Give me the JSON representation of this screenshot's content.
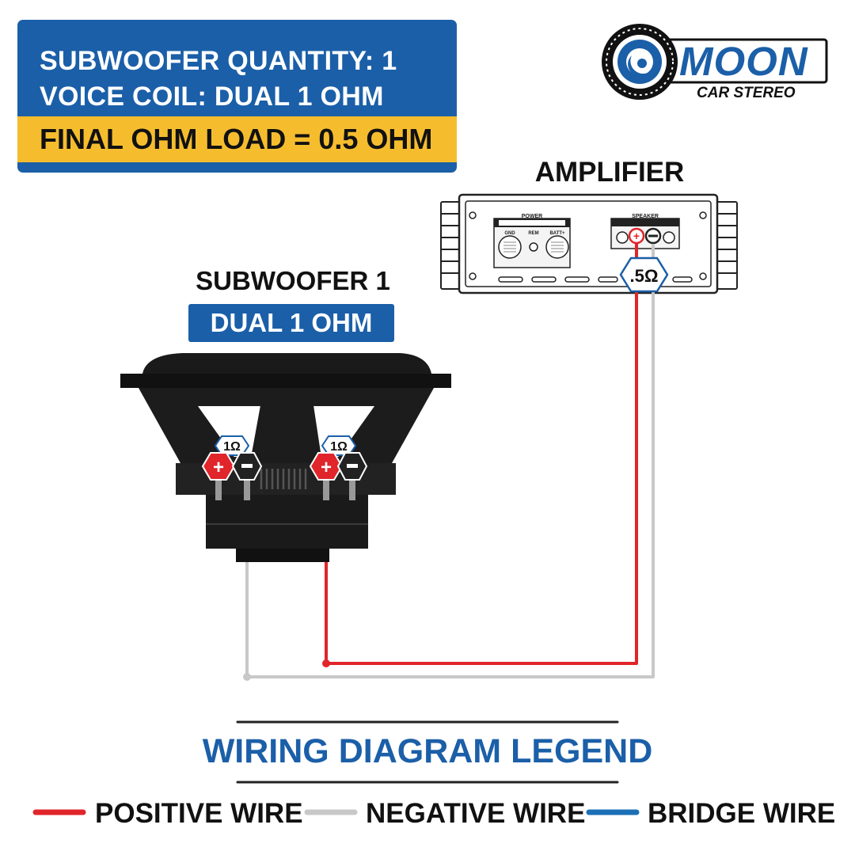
{
  "info_card": {
    "quantity_line": "SUBWOOFER QUANTITY: 1",
    "voice_coil_line": "VOICE COIL: DUAL 1 OHM",
    "final_load_line": "FINAL OHM LOAD = 0.5 OHM"
  },
  "brand": {
    "name": "MOON",
    "tagline": "CAR STEREO"
  },
  "amplifier": {
    "title": "AMPLIFIER",
    "power_label": "POWER",
    "gnd_label": "GND",
    "rem_label": "REM",
    "batt_label": "BATT+",
    "speaker_label": "SPEAKER",
    "load_badge": ".5Ω"
  },
  "subwoofer": {
    "title": "SUBWOOFER 1",
    "coil_badge": "DUAL 1 OHM",
    "coil1_label": "1Ω",
    "coil2_label": "1Ω"
  },
  "legend": {
    "title": "WIRING DIAGRAM LEGEND",
    "positive_label": "POSITIVE WIRE",
    "negative_label": "NEGATIVE WIRE",
    "bridge_label": "BRIDGE WIRE"
  },
  "colors": {
    "positive_wire": "#e0252b",
    "negative_wire": "#c8c8c8",
    "bridge_wire": "#1b6fb5",
    "brand_blue": "#1b5fa8",
    "accent_yellow": "#f5bd2e"
  }
}
